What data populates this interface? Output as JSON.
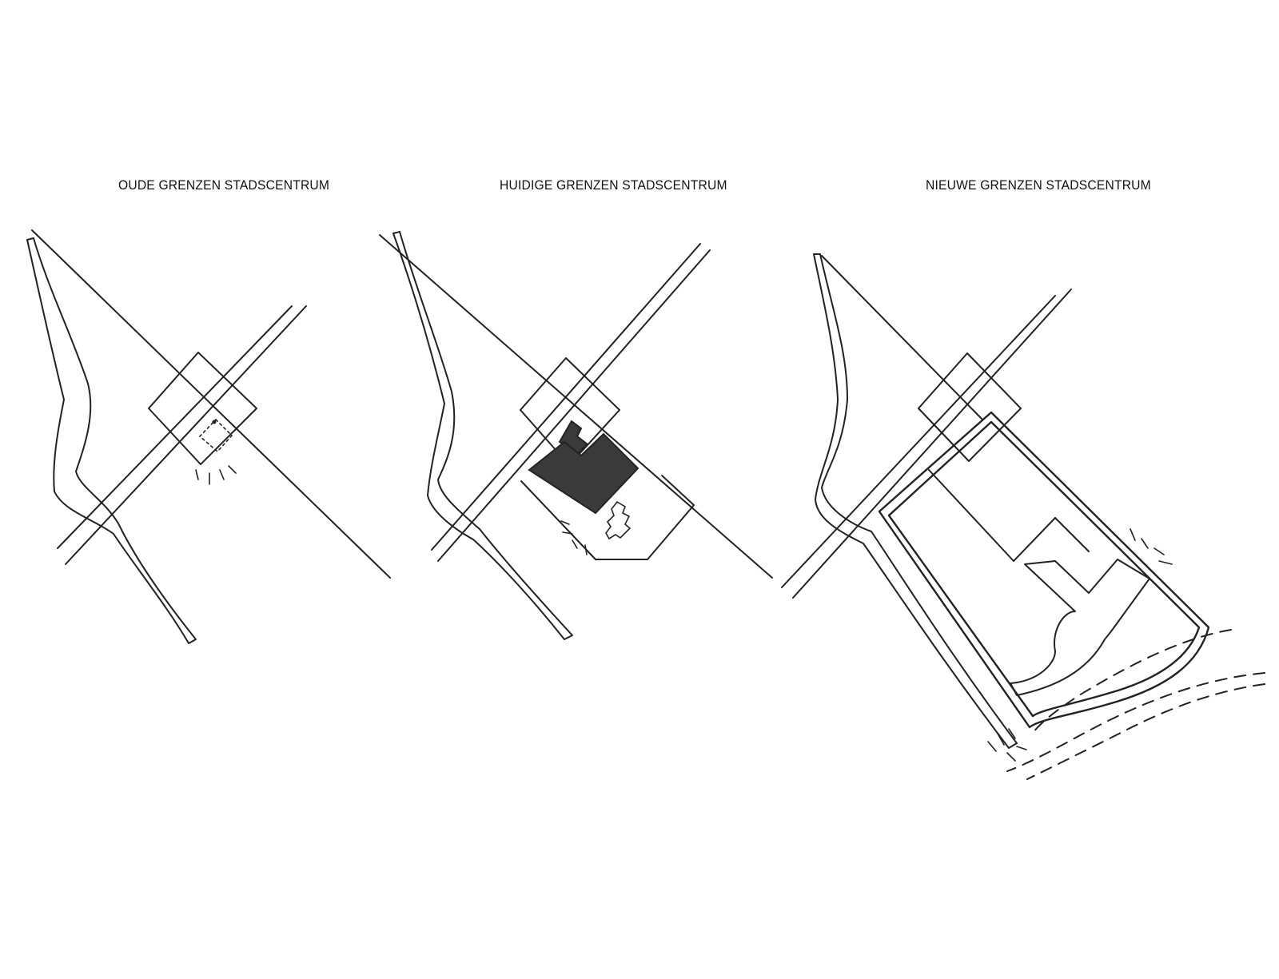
{
  "panels": [
    {
      "title": "OUDE GRENZEN STADSCENTRUM"
    },
    {
      "title": "HUIDIGE GRENZEN STADSCENTRUM"
    },
    {
      "title": "NIEUWE GRENZEN STADSCENTRUM"
    }
  ],
  "colors": {
    "ink": "#222222",
    "fill": "#3a3a3a",
    "background": "#ffffff"
  }
}
